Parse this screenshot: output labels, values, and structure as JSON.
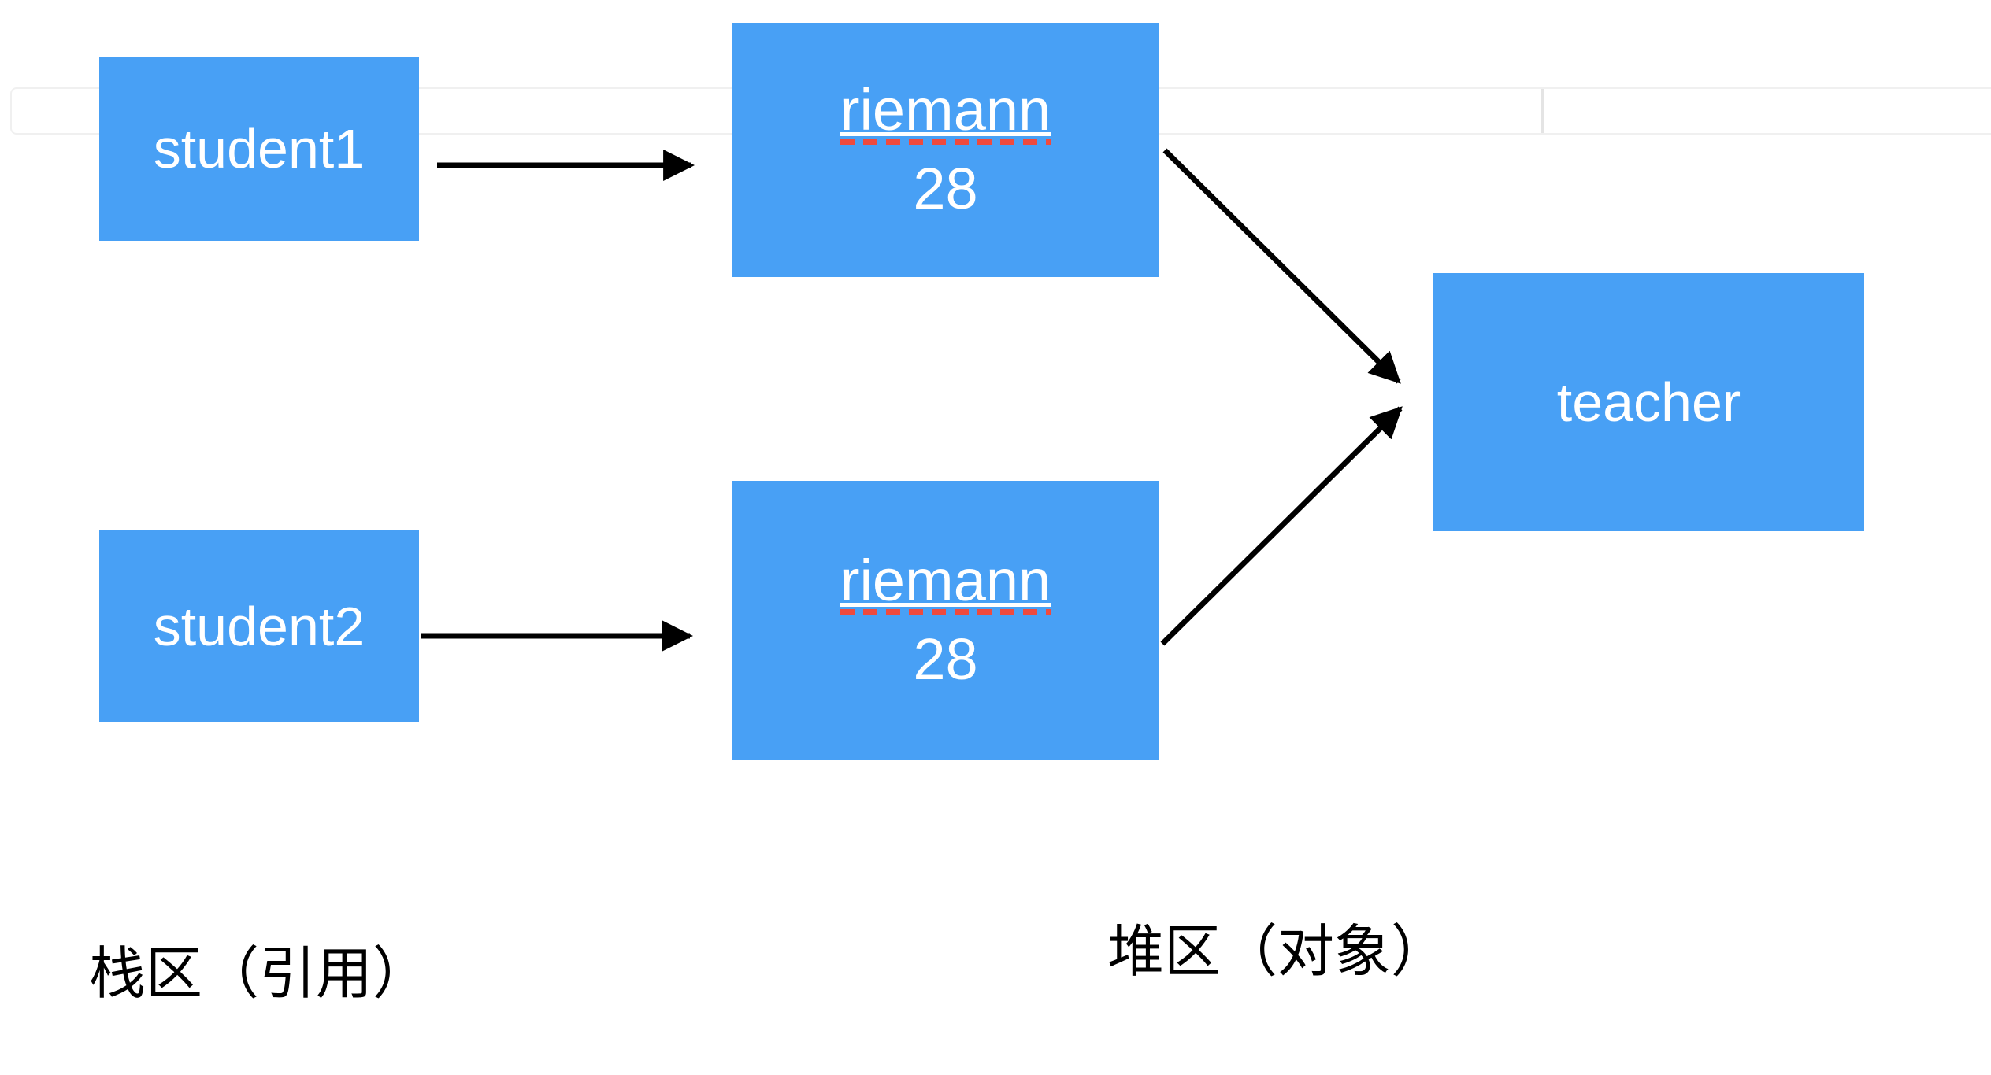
{
  "diagram": {
    "boxes": {
      "student1": {
        "label": "student1"
      },
      "student2": {
        "label": "student2"
      },
      "object1": {
        "name": "riemann",
        "age": "28"
      },
      "object2": {
        "name": "riemann",
        "age": "28"
      },
      "teacher": {
        "label": "teacher"
      }
    },
    "arrows": [
      {
        "from": "student1",
        "to": "object1"
      },
      {
        "from": "student2",
        "to": "object2"
      },
      {
        "from": "object1",
        "to": "teacher"
      },
      {
        "from": "object2",
        "to": "teacher"
      }
    ],
    "area_labels": {
      "stack": "栈区（引用）",
      "heap": "堆区（对象）"
    }
  },
  "colors": {
    "box_blue": "#48a0f5",
    "arrow_black": "#000000",
    "spellcheck_red": "#ef4a3e",
    "box_text_white": "#ffffff",
    "table_border": "#f0f0f0",
    "table_divider": "#e4e4e4",
    "label_black": "#000000"
  }
}
